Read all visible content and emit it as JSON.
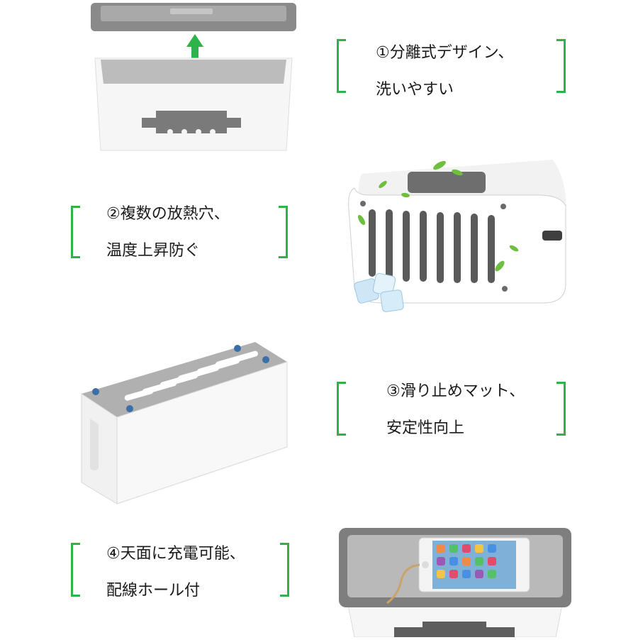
{
  "features": [
    {
      "line1": "①分離式デザイン、",
      "line2": "洗いやすい"
    },
    {
      "line1": "②複数の放熱穴、",
      "line2": "温度上昇防ぐ"
    },
    {
      "line1": "③滑り止めマット、",
      "line2": "安定性向上"
    },
    {
      "line1": "④天面に充電可能、",
      "line2": "配線ホール付"
    }
  ],
  "colors": {
    "accent": "#2db34a",
    "box": "#f4f4f4",
    "lid": "#7d7d7d"
  },
  "icons": [
    "up-down-arrow-icon",
    "leaf-icon",
    "ice-cube-icon",
    "rubber-foot-icon",
    "smartphone-icon",
    "charging-cable-icon"
  ]
}
